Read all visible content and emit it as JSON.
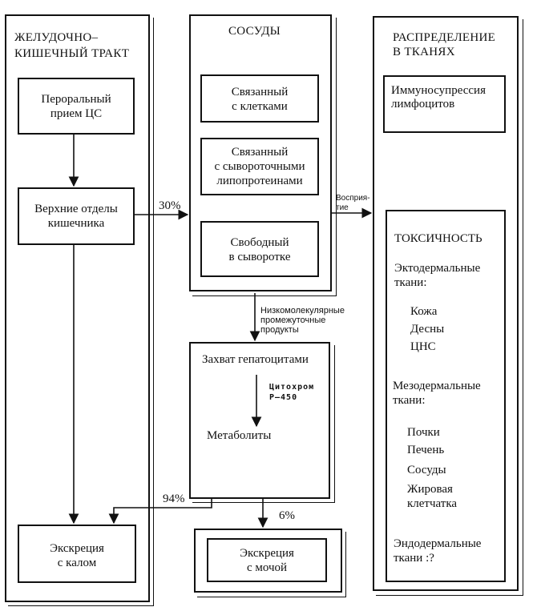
{
  "columns": {
    "git": {
      "title_line1": "ЖЕЛУДОЧНО–",
      "title_line2": "КИШЕЧНЫЙ ТРАКТ"
    },
    "vessels": {
      "title": "СОСУДЫ"
    },
    "tissues": {
      "title_line1": "РАСПРЕДЕЛЕНИЕ",
      "title_line2": "В ТКАНЯХ"
    }
  },
  "boxes": {
    "oral_intake": {
      "line1": "Пероральный",
      "line2": "прием ЦС"
    },
    "upper_intestine": {
      "line1": "Верхние отделы",
      "line2": "кишечника"
    },
    "fecal_excretion": {
      "line1": "Экскреция",
      "line2": "с калом"
    },
    "cell_bound": {
      "line1": "Связанный",
      "line2": "с клетками"
    },
    "lipoprotein_bound": {
      "line1": "Связанный",
      "line2": "с сывороточными",
      "line3": "липопротеинами"
    },
    "free_serum": {
      "line1": "Свободный",
      "line2": "в сыворотке"
    },
    "hepatocyte_uptake": {
      "title": "Захват гепатоцитами",
      "enzyme_line1": "Цитохром",
      "enzyme_line2": "Р–450",
      "product": "Метаболиты"
    },
    "urine_excretion": {
      "line1": "Экскреция",
      "line2": "с мочой"
    },
    "immunosuppression": {
      "line1": "Иммуносупрессия",
      "line2": "лимфоцитов"
    },
    "toxicity": {
      "title": "ТОКСИЧНОСТЬ",
      "ectoderm_line1": "Эктодермальные",
      "ectoderm_line2": "ткани:",
      "ectoderm_items": [
        "Кожа",
        "Десны",
        "ЦНС"
      ],
      "mesoderm_line1": "Мезодермальные",
      "mesoderm_line2": "ткани:",
      "mesoderm_items": [
        "Почки",
        "Печень",
        "Сосуды",
        "Жировая",
        "клетчатка"
      ],
      "endoderm_line1": "Эндодермальные",
      "endoderm_line2": "ткани :?"
    }
  },
  "edge_labels": {
    "absorption": "30%",
    "uptake_line1": "Восприя-",
    "uptake_line2": "тие",
    "intermediates_line1": "Низкомолекулярные",
    "intermediates_line2": "промежуточные",
    "intermediates_line3": "продукты",
    "fecal_share": "94%",
    "urine_share": "6%"
  }
}
